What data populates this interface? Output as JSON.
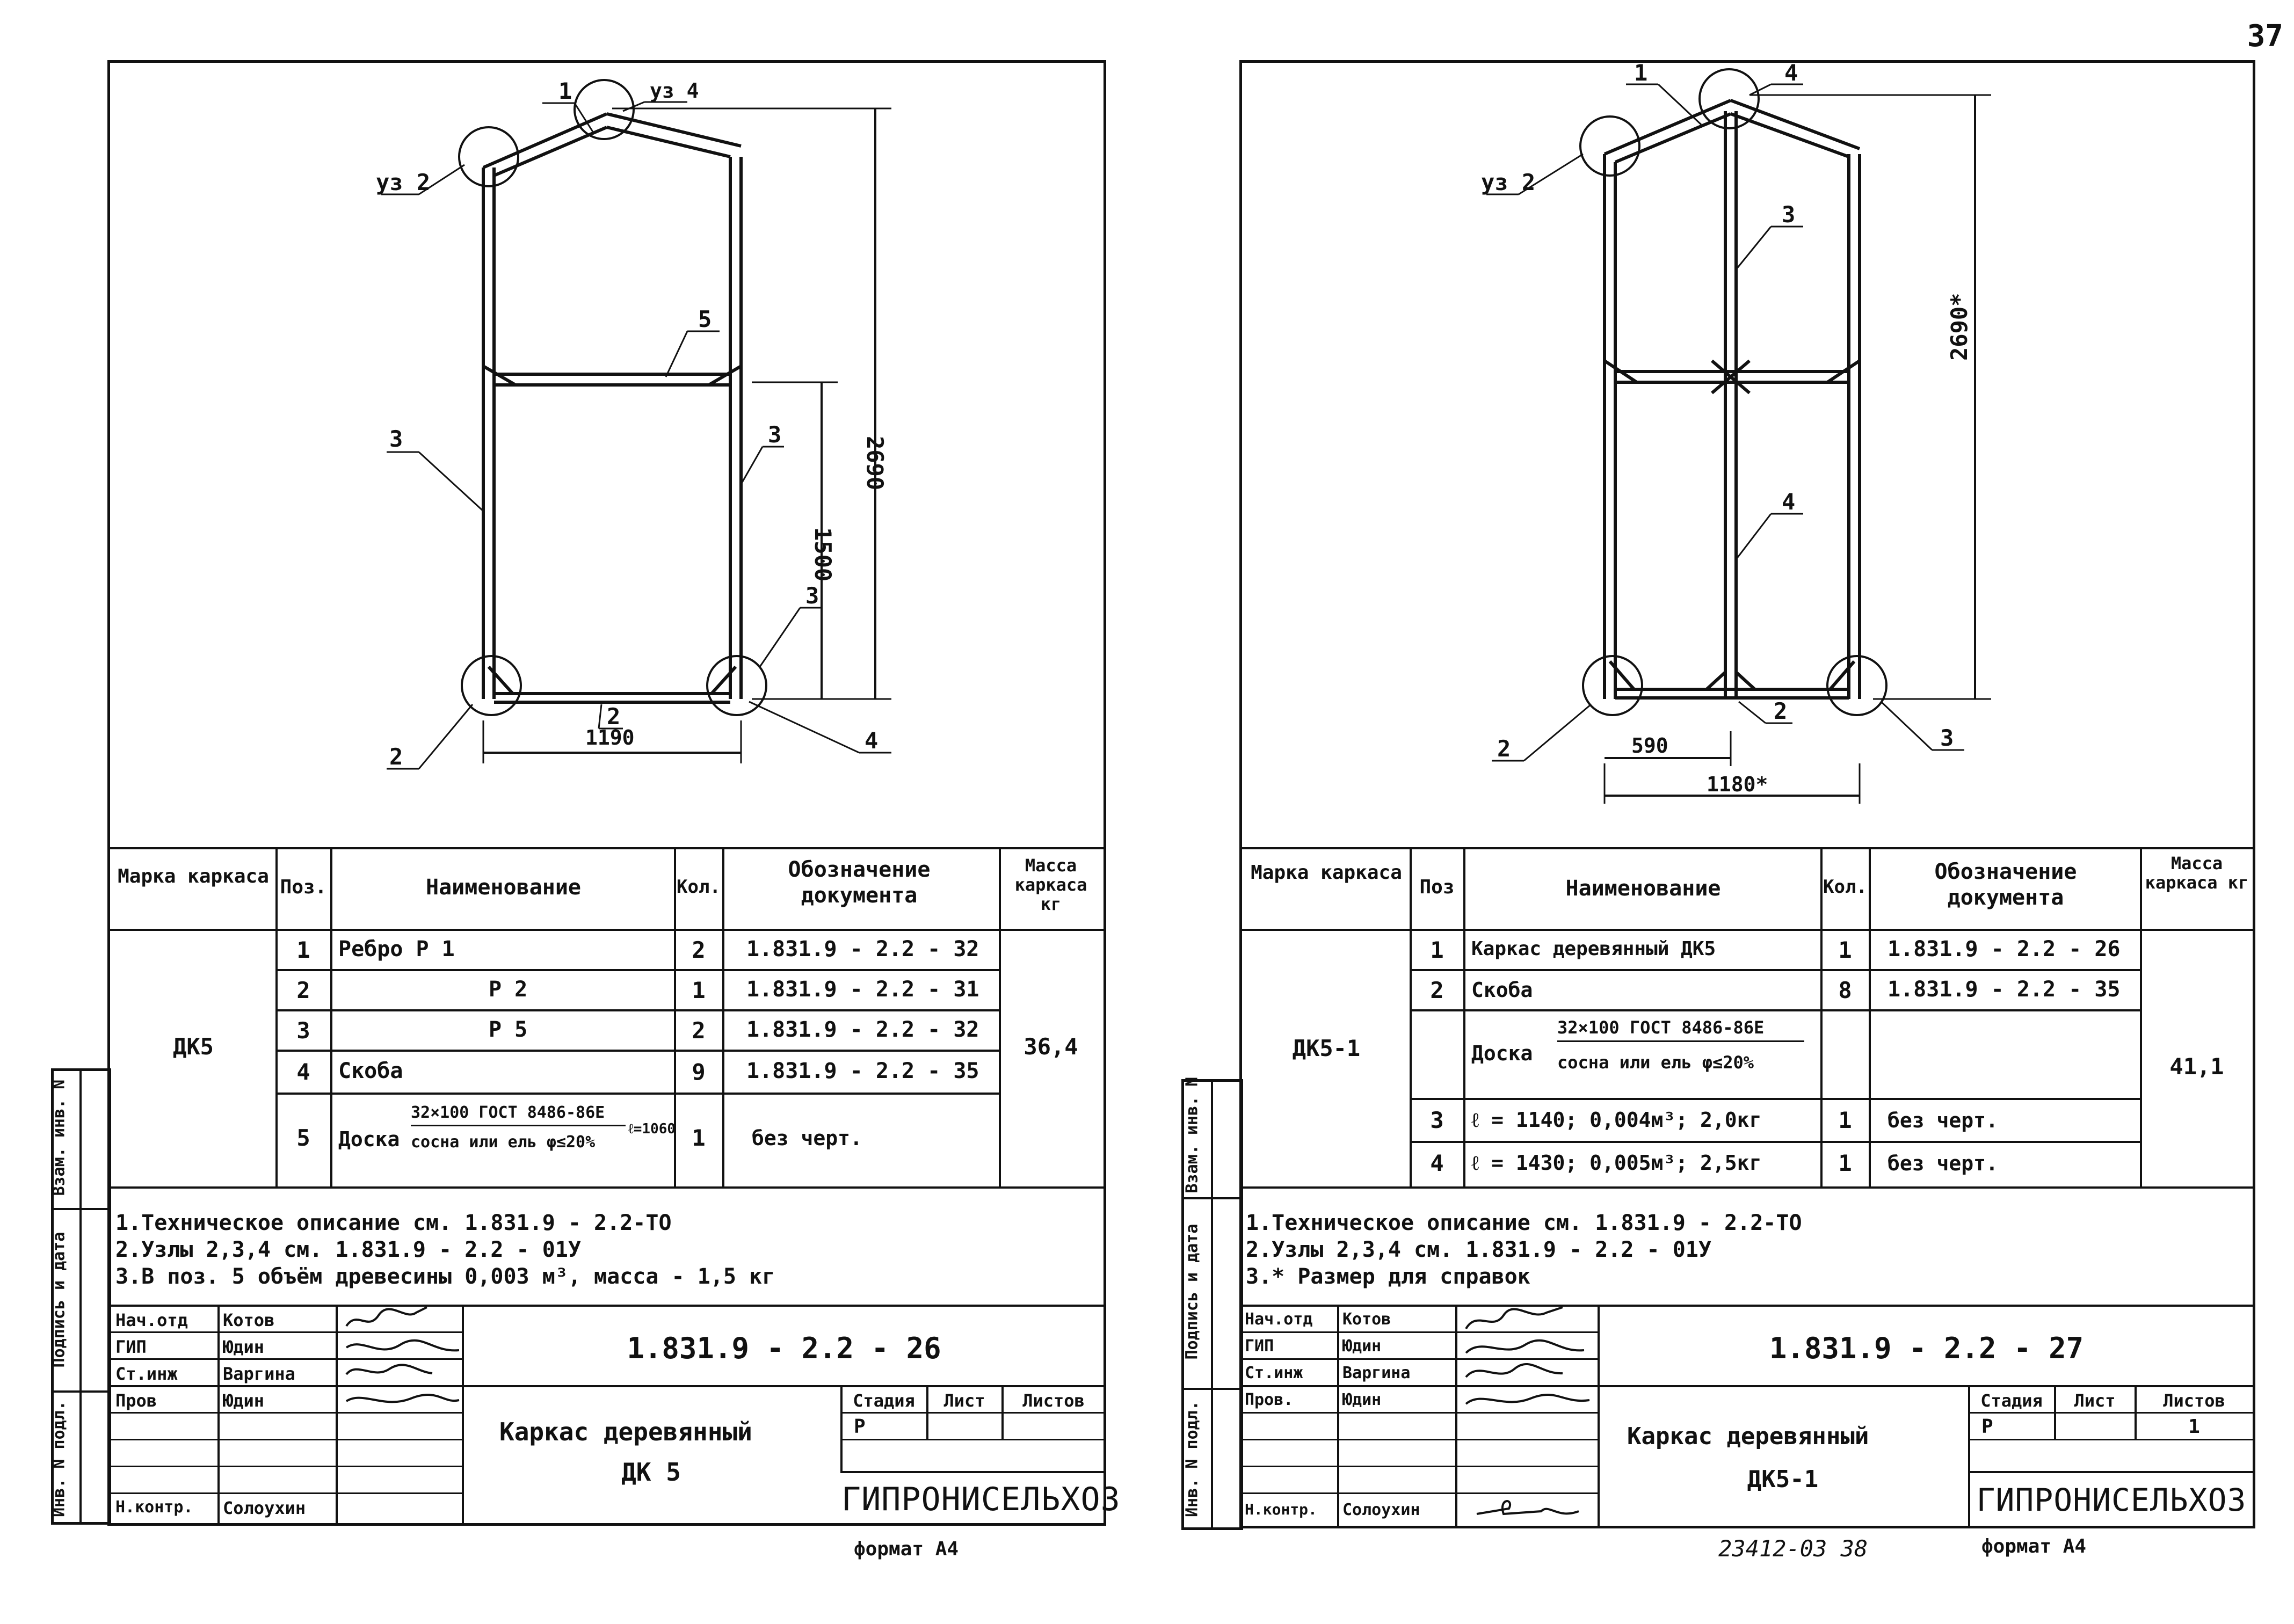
{
  "page_number": "37",
  "bottom_code": "23412-03   38",
  "format_label": "формат А4",
  "side_labels": [
    "Инв. N подл.",
    "Подпись и дата",
    "Взам. инв. N"
  ],
  "left": {
    "drawing_labels": {
      "pos1": "1",
      "uz4": "уз 4",
      "uz2": "уз 2",
      "pos5": "5",
      "pos3a": "3",
      "pos3b": "3",
      "pos3c": "3",
      "pos2a": "2",
      "pos2b": "2",
      "pos4": "4",
      "dim_height": "2690",
      "dim_mid": "1500",
      "dim_width": "1190"
    },
    "table_headers": {
      "mark": "Марка каркаса",
      "pos": "Поз.",
      "name": "Наименование",
      "qty": "Кол.",
      "doc": "Обозначение документа",
      "mass": "Масса каркаса кг"
    },
    "frame_mark": "ДК5",
    "mass": "36,4",
    "rows": [
      {
        "pos": "1",
        "name": "Ребро   Р 1",
        "qty": "2",
        "doc": "1.831.9 - 2.2 - 32"
      },
      {
        "pos": "2",
        "name": "Р 2",
        "qty": "1",
        "doc": "1.831.9 - 2.2 - 31"
      },
      {
        "pos": "3",
        "name": "Р 5",
        "qty": "2",
        "doc": "1.831.9 - 2.2 - 32"
      },
      {
        "pos": "4",
        "name": "Скоба",
        "qty": "9",
        "doc": "1.831.9 - 2.2 - 35"
      },
      {
        "pos": "5",
        "name": "Доска",
        "name_top": "32×100 ГОСТ 8486-86Е",
        "name_bottom": "сосна или ель φ≤20%",
        "name_extra": "ℓ=1060",
        "qty": "1",
        "doc": "без черт."
      }
    ],
    "notes": [
      "1.Техническое описание см. 1.831.9 - 2.2-ТО",
      "2.Узлы 2,3,4  см. 1.831.9 - 2.2 - 01У",
      "3.В поз. 5 объём древесины 0,003 м³,  масса - 1,5 кг"
    ],
    "stamp": {
      "roles": [
        "Нач.отд",
        "ГИП",
        "Ст.инж",
        "Пров",
        "",
        "",
        "Н.контр."
      ],
      "names": [
        "Котов",
        "Юдин",
        "Варгина",
        "Юдин",
        "",
        "",
        "Солоухин"
      ],
      "code": "1.831.9 - 2.2 - 26",
      "title_line1": "Каркас деревянный",
      "title_line2": "ДК 5",
      "stage_h": "Стадия",
      "sheet_h": "Лист",
      "sheets_h": "Листов",
      "stage": "Р",
      "sheet": "",
      "sheets": "",
      "org": "ГИПРОНИСЕЛЬХОЗ"
    }
  },
  "right": {
    "drawing_labels": {
      "pos1": "1",
      "pos4top": "4",
      "uz2": "уз 2",
      "pos3": "3",
      "pos4": "4",
      "pos2a": "2",
      "pos2b": "2",
      "pos3b": "3",
      "dim_height": "2690*",
      "dim_half": "590",
      "dim_width": "1180*"
    },
    "table_headers": {
      "mark": "Марка каркаса",
      "pos": "Поз",
      "name": "Наименование",
      "qty": "Кол.",
      "doc": "Обозначение документа",
      "mass": "Масса каркаса кг"
    },
    "frame_mark": "ДК5-1",
    "mass": "41,1",
    "rows": [
      {
        "pos": "1",
        "name": "Каркас деревянный ДК5",
        "qty": "1",
        "doc": "1.831.9 - 2.2 - 26"
      },
      {
        "pos": "2",
        "name": "Скоба",
        "qty": "8",
        "doc": "1.831.9 - 2.2 - 35"
      },
      {
        "pos": "",
        "name": "Доска",
        "name_top": "32×100 ГОСТ 8486-86Е",
        "name_bottom": "сосна или ель φ≤20%",
        "qty": "",
        "doc": ""
      },
      {
        "pos": "3",
        "name": "ℓ = 1140;  0,004м³;  2,0кг",
        "qty": "1",
        "doc": "без черт."
      },
      {
        "pos": "4",
        "name": "ℓ = 1430;  0,005м³;  2,5кг",
        "qty": "1",
        "doc": "без черт."
      }
    ],
    "notes": [
      "1.Техническое описание см. 1.831.9 - 2.2-ТО",
      "2.Узлы  2,3,4  см. 1.831.9 - 2.2 - 01У",
      "3.* Размер для справок"
    ],
    "stamp": {
      "roles": [
        "Нач.отд",
        "ГИП",
        "Ст.инж",
        "Пров.",
        "",
        "",
        "Н.контр."
      ],
      "names": [
        "Котов",
        "Юдин",
        "Варгина",
        "Юдин",
        "",
        "",
        "Солоухин"
      ],
      "code": "1.831.9 - 2.2 - 27",
      "title_line1": "Каркас деревянный",
      "title_line2": "ДК5-1",
      "stage_h": "Стадия",
      "sheet_h": "Лист",
      "sheets_h": "Листов",
      "stage": "Р",
      "sheet": "",
      "sheets": "1",
      "org": "ГИПРОНИСЕЛЬХОЗ"
    }
  }
}
